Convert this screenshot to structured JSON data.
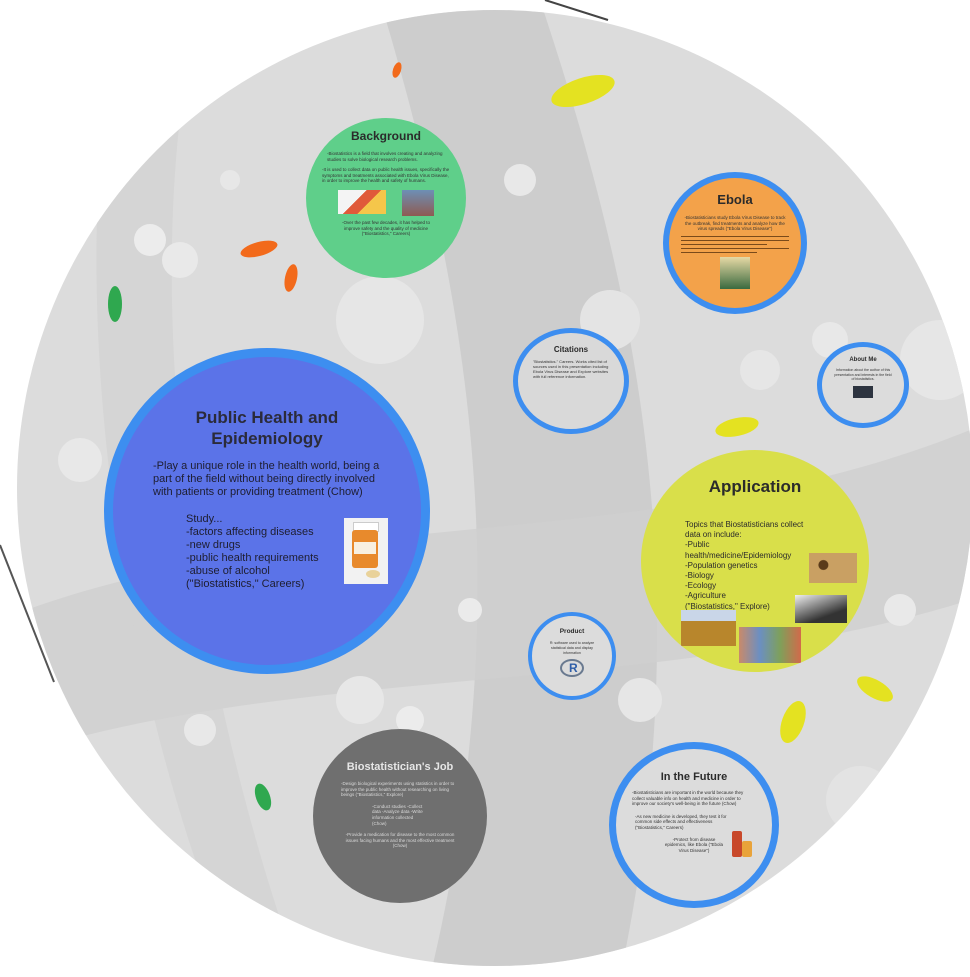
{
  "colors": {
    "dish": "#dcdcdc",
    "band": "#c8c8c8",
    "accent_blue": "#3d8ef0",
    "background_green": "#5fcf8a",
    "ebola_orange": "#f3a24a",
    "application_yellow": "#d9df4a",
    "public_health_fill": "#5b73e8",
    "job_gray": "#6f6f6f"
  },
  "public_health": {
    "title": "Public Health and Epidemiology",
    "intro": "-Play a unique role in the health world, being a part of the field without being directly involved with patients or providing treatment (Chow)",
    "study_heading": "Study...",
    "study_items": [
      "-factors affecting diseases",
      "-new drugs",
      "-public health requirements",
      "-abuse of alcohol"
    ],
    "citation": "(\"Biostatistics,\" Careers)",
    "image_icon": "pill-bottle-icon"
  },
  "background": {
    "title": "Background",
    "p1": "-Biostatistics is a field that involves creating and analyzing studies to solve biological research problems.",
    "p2": "-It is used to collect data on public health issues, specifically the symptoms and treatments associated with Ebola Virus Disease, in order to improve the health and safety of humans.",
    "p3": "-Over the past few decades, it has helped to improve safety and the quality of medicine (\"Biostatistics,\" Careers)"
  },
  "ebola": {
    "title": "Ebola",
    "text": "-Biostatisticians study Ebola Virus Disease to track the outbreak, find treatments and analyze how the virus spreads (\"Ebola Virus Disease\")"
  },
  "citations": {
    "title": "Citations",
    "text": "\"Biostatistics.\" Careers. Works cited list of sources used in this presentation including Ebola Virus Disease and Explore websites with full reference information."
  },
  "about": {
    "title": "About Me",
    "text": "Information about the author of this presentation and interests in the field of biostatistics."
  },
  "application": {
    "title": "Application",
    "intro": "Topics that Biostatisticians collect data on include:",
    "items": [
      "-Public health/medicine/Epidemiology",
      "-Population genetics",
      "-Biology",
      "-Ecology",
      "-Agriculture"
    ],
    "citation": "(\"Biostatistics,\" Explore)"
  },
  "product": {
    "title": "Product",
    "text": "R: software used to analyze statistical data and display information",
    "logo": "R"
  },
  "job": {
    "title": "Biostatistician's Job",
    "p1": "-Design biological experiments using statistics in order to improve the public health without researching on living beings (\"Biostatistics,\" Explore)",
    "p2": "-Conduct studies -Collect data -Analyze data -Write information collected (Chow)",
    "p3": "-Provide a medication for disease to the most common issues facing humans and the most effective treatment (Chow)"
  },
  "future": {
    "title": "In the Future",
    "p1": "-Biostatisticians are important in the world because they collect valuable info on health and medicine in order to improve our society's well-being in the future (Chow)",
    "p2": "-As new medicine is developed, they test it for common side effects and effectiveness (\"Biostatistics,\" Careers)",
    "p3": "-Protect from disease epidemics, like Ebola (\"Ebola Virus Disease\")"
  }
}
